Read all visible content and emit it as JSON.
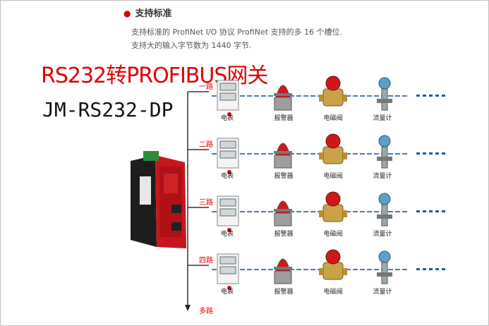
{
  "section": {
    "title": "支持标准",
    "line1": "支持标准的 ProfiNet I/O 协议 ProfiNet 支持的多 16 个槽位.",
    "line2": "支持大的输入字节数为 1440 字节."
  },
  "headline": "RS232转PROFIBUS网关",
  "model": "JM-RS232-DP",
  "branches": [
    {
      "label": "一路"
    },
    {
      "label": "二路"
    },
    {
      "label": "三路"
    },
    {
      "label": "四路"
    }
  ],
  "more_label": "多路",
  "devices": [
    "电表",
    "报警器",
    "电磁阀",
    "流量计"
  ],
  "colors": {
    "accent": "#e00000",
    "line": "#1a4d8f",
    "dots": "#1a5aa8"
  }
}
